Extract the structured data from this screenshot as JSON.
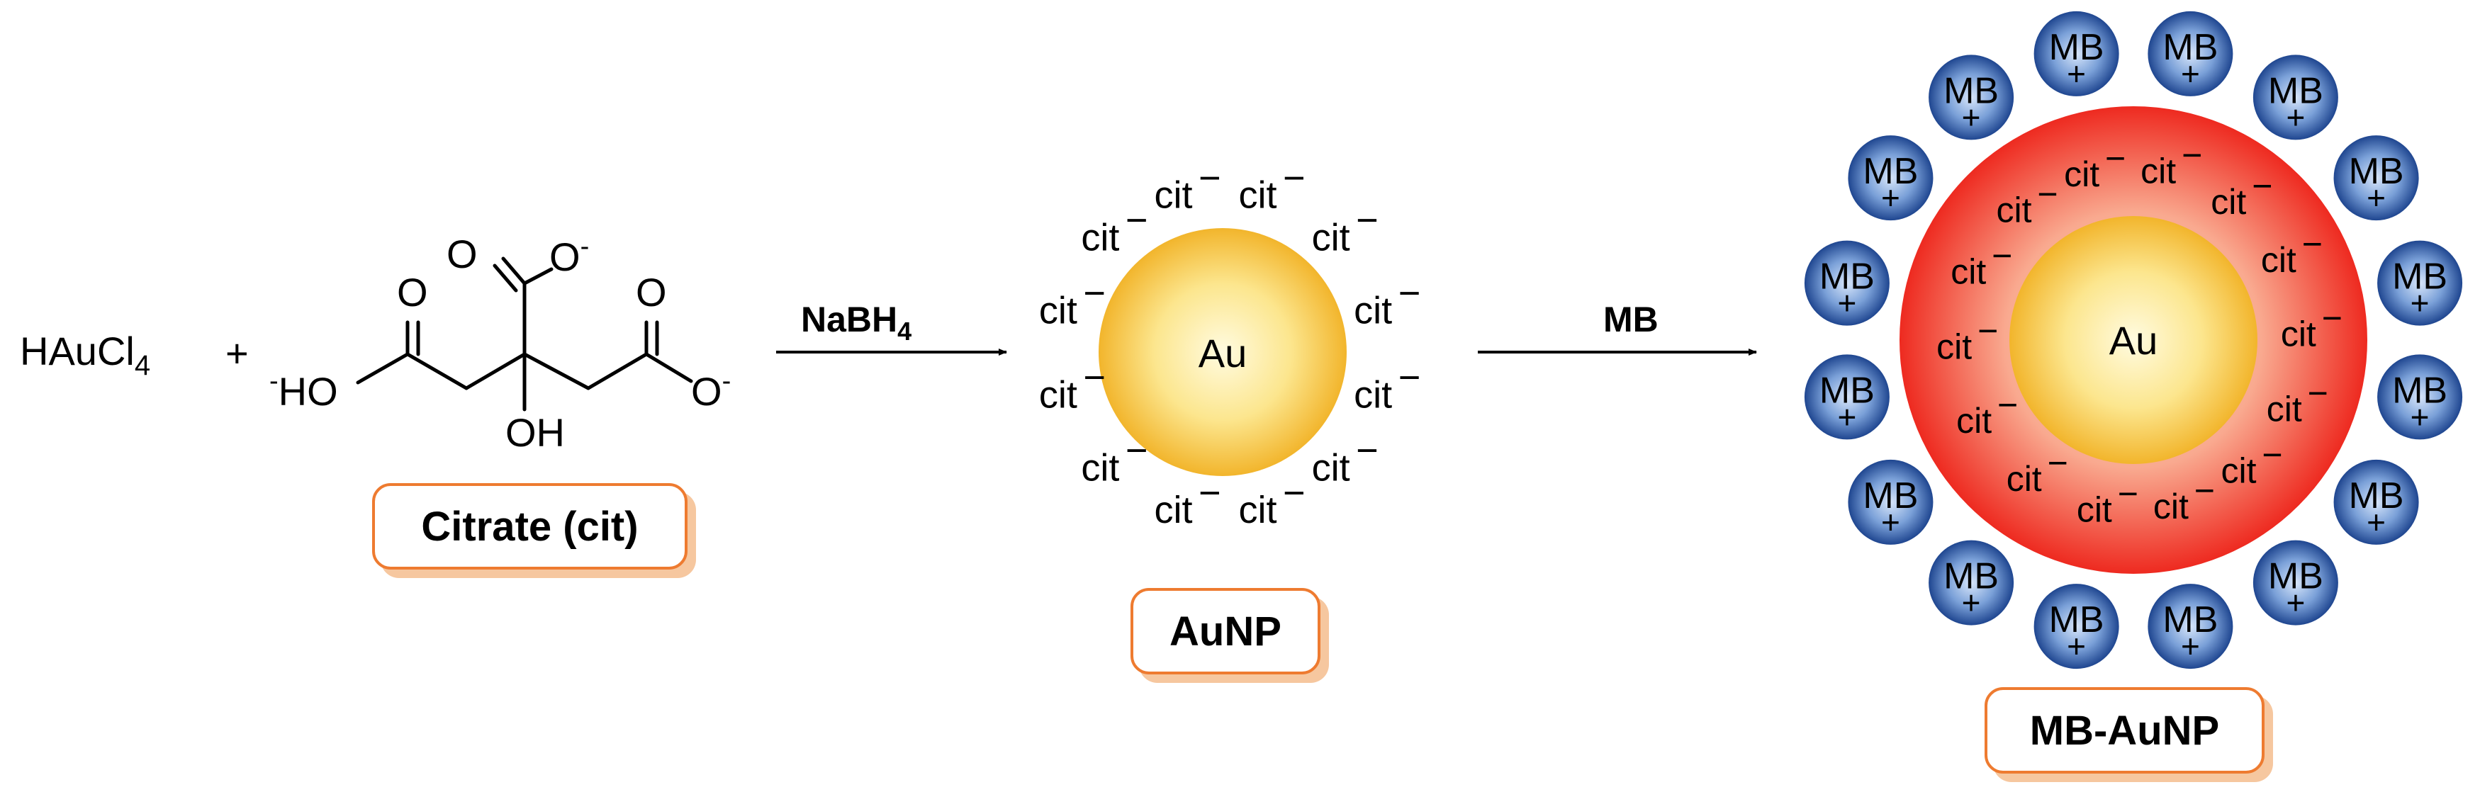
{
  "reactant": {
    "name": "HAuCl",
    "sub": "4",
    "plus": "+"
  },
  "citrate": {
    "label": "Citrate (cit)",
    "atoms": {
      "o": "O",
      "o_minus": "O",
      "neg": "-",
      "ho": "HO",
      "oh": "OH"
    }
  },
  "step1": {
    "reagent": "NaBH",
    "reagent_sub": "4"
  },
  "step2": {
    "reagent": "MB"
  },
  "aunp": {
    "core": "Au",
    "ligand": "cit",
    "charge": "−",
    "label": "AuNP"
  },
  "mb_aunp": {
    "core": "Au",
    "ligand": "cit",
    "charge": "−",
    "dye": "MB",
    "dye_charge": "+",
    "label": "MB-AuNP"
  },
  "colors": {
    "gold": "#f7c63d",
    "gold_light": "#fffbe0",
    "shell": "#f0312a",
    "shell_light": "#fbcdb8",
    "dye": "#2a4f97",
    "dye_light": "#b6cdef",
    "label_border": "#ee7b30",
    "label_shadow": "#f6c79f"
  }
}
